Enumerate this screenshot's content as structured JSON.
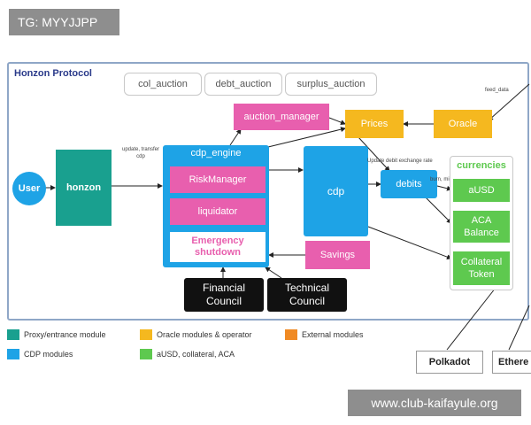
{
  "watermark": {
    "top": "TG: MYYJJPP",
    "bottom": "www.club-kaifayule.org"
  },
  "diagram": {
    "title": "Honzon Protocol",
    "auctions": [
      "col_auction",
      "debt_auction",
      "surplus_auction"
    ],
    "nodes": {
      "user": "User",
      "honzon": "honzon",
      "auction_manager": "auction_manager",
      "prices": "Prices",
      "oracle": "Oracle",
      "cdp_engine": "cdp_engine",
      "risk_manager": "RiskManager",
      "liquidator": "liquidator",
      "emergency_shutdown": "Emergency shutdown",
      "cdp": "cdp",
      "debits": "debits",
      "savings": "Savings",
      "financial_council": "Financial Council",
      "technical_council": "Technical Council",
      "currencies_title": "currencies",
      "ausd": "aUSD",
      "aca_balance": "ACA Balance",
      "collateral_token": "Collateral Token",
      "polkadot": "Polkadot",
      "ethereum": "Ethere"
    },
    "annotations": {
      "update_transfer": "update, transfer cdp",
      "feed_data": "feed_data",
      "update_debit_rate": "Update debit exchange rate",
      "burn_mint": "burn, mint"
    },
    "legend": [
      {
        "label": "Proxy/entrance module",
        "color": "#19a08f"
      },
      {
        "label": "Oracle modules & operator",
        "color": "#f5b81f"
      },
      {
        "label": "External modules",
        "color": "#f08a24"
      },
      {
        "label": "CDP modules",
        "color": "#1ea3e6"
      },
      {
        "label": "aUSD, collateral, ACA",
        "color": "#5ec94f"
      }
    ]
  }
}
